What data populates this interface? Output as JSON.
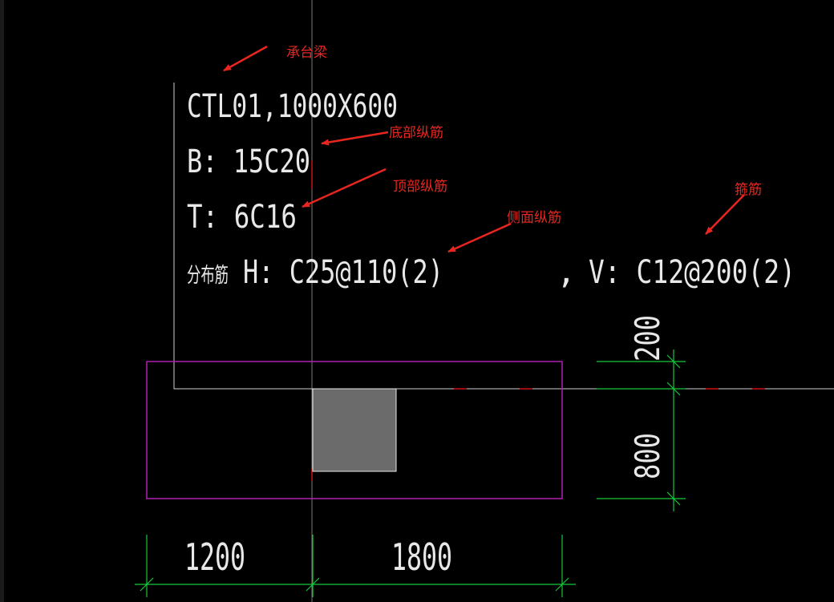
{
  "colors": {
    "background": "#000000",
    "cad_text": "#e8e8e8",
    "annotation": "#e8261f",
    "dimension": "#16c83a",
    "outline": "#b020b0",
    "column_fill": "#6b6b6b",
    "column_stroke": "#e8e8e8",
    "guide": "#7a7a7a",
    "center_dash": "#d01010"
  },
  "beam_label": {
    "line1": "CTL01,1000X600",
    "line2": "B: 15C20",
    "line3": "T: 6C16",
    "line4_prefix": "分布筋",
    "line4_h": "H: C25@110(2)",
    "line4_sep": ",",
    "line4_v": "V: C12@200(2)"
  },
  "annotations": {
    "cap_beam": "承台梁",
    "bottom_rebar": "底部纵筋",
    "top_rebar": "顶部纵筋",
    "side_rebar": "侧面纵筋",
    "stirrup": "箍筋"
  },
  "dimensions": {
    "bottom_left": "1200",
    "bottom_right": "1800",
    "right_top": "200",
    "right_bottom": "800"
  }
}
